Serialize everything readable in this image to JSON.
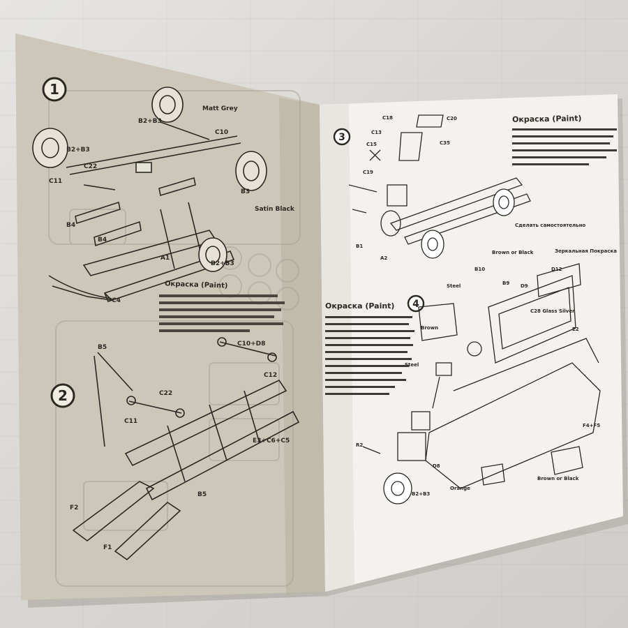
{
  "instruction_sheet": {
    "left_page": {
      "paint_heading": "Окраска (Paint)"
    },
    "right_page": {
      "paint_heading_top": "Окраска (Paint)",
      "paint_heading_mid": "Окраска (Paint)"
    }
  },
  "colors": {
    "wall": "#dcdad6",
    "left_paper": "#cfc9bd",
    "right_paper": "#f4f3ef",
    "ink": "#2b2822"
  }
}
